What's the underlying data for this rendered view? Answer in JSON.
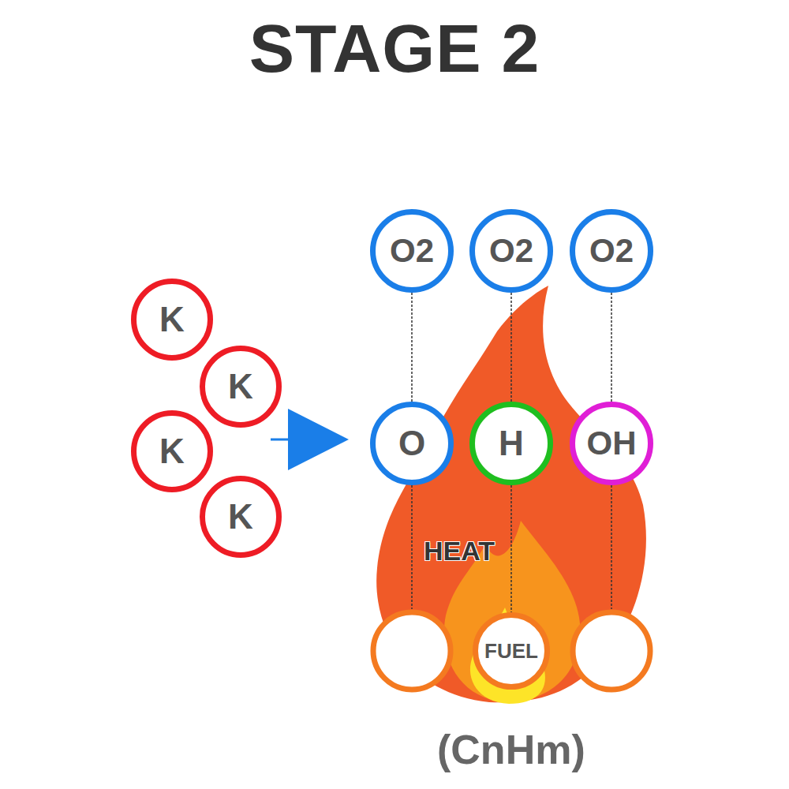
{
  "diagram": {
    "title": "STAGE 2",
    "nodes": [
      {
        "text": [
          "K"
        ]
      },
      {
        "text": [
          "K"
        ]
      },
      {
        "text": [
          "K"
        ]
      },
      {
        "text": [
          "K"
        ]
      },
      {
        "text": [
          "O2"
        ]
      },
      {
        "text": [
          "O2"
        ]
      },
      {
        "text": [
          "O2"
        ]
      },
      {
        "text": [
          "O"
        ]
      },
      {
        "text": [
          "H"
        ]
      },
      {
        "text": [
          "OH"
        ]
      },
      {
        "text": [
          "FUEL"
        ]
      }
    ],
    "edges": [
      {
        "from": 4,
        "to": 7,
        "arrow": "none"
      },
      {
        "from": 5,
        "to": 8,
        "arrow": "none"
      },
      {
        "from": 6,
        "to": 9,
        "arrow": "none"
      },
      {
        "from": 8,
        "to": 10,
        "arrow": "none"
      }
    ],
    "labels": [
      "HEAT",
      "(CnHm)"
    ]
  }
}
